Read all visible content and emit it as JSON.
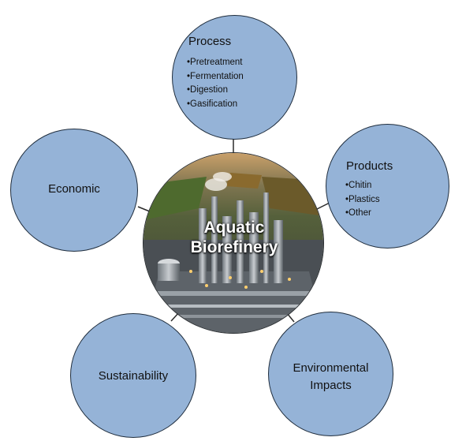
{
  "center": {
    "title_line1": "Aquatic",
    "title_line2": "Biorefinery",
    "image": "industrial-refinery-aerial-photo"
  },
  "nodes": {
    "process": {
      "title": "Process",
      "items": [
        "Pretreatment",
        "Fermentation",
        "Digestion",
        "Gasification"
      ]
    },
    "products": {
      "title": "Products",
      "items": [
        "Chitin",
        "Plastics",
        "Other"
      ]
    },
    "economic": {
      "title": "Economic"
    },
    "sustainability": {
      "title": "Sustainability"
    },
    "environmental": {
      "title_line1": "Environmental",
      "title_line2": "Impacts"
    }
  },
  "colors": {
    "node_fill": "#95b3d7",
    "node_border": "#1f2d3d",
    "connector": "#2b2b2b"
  }
}
